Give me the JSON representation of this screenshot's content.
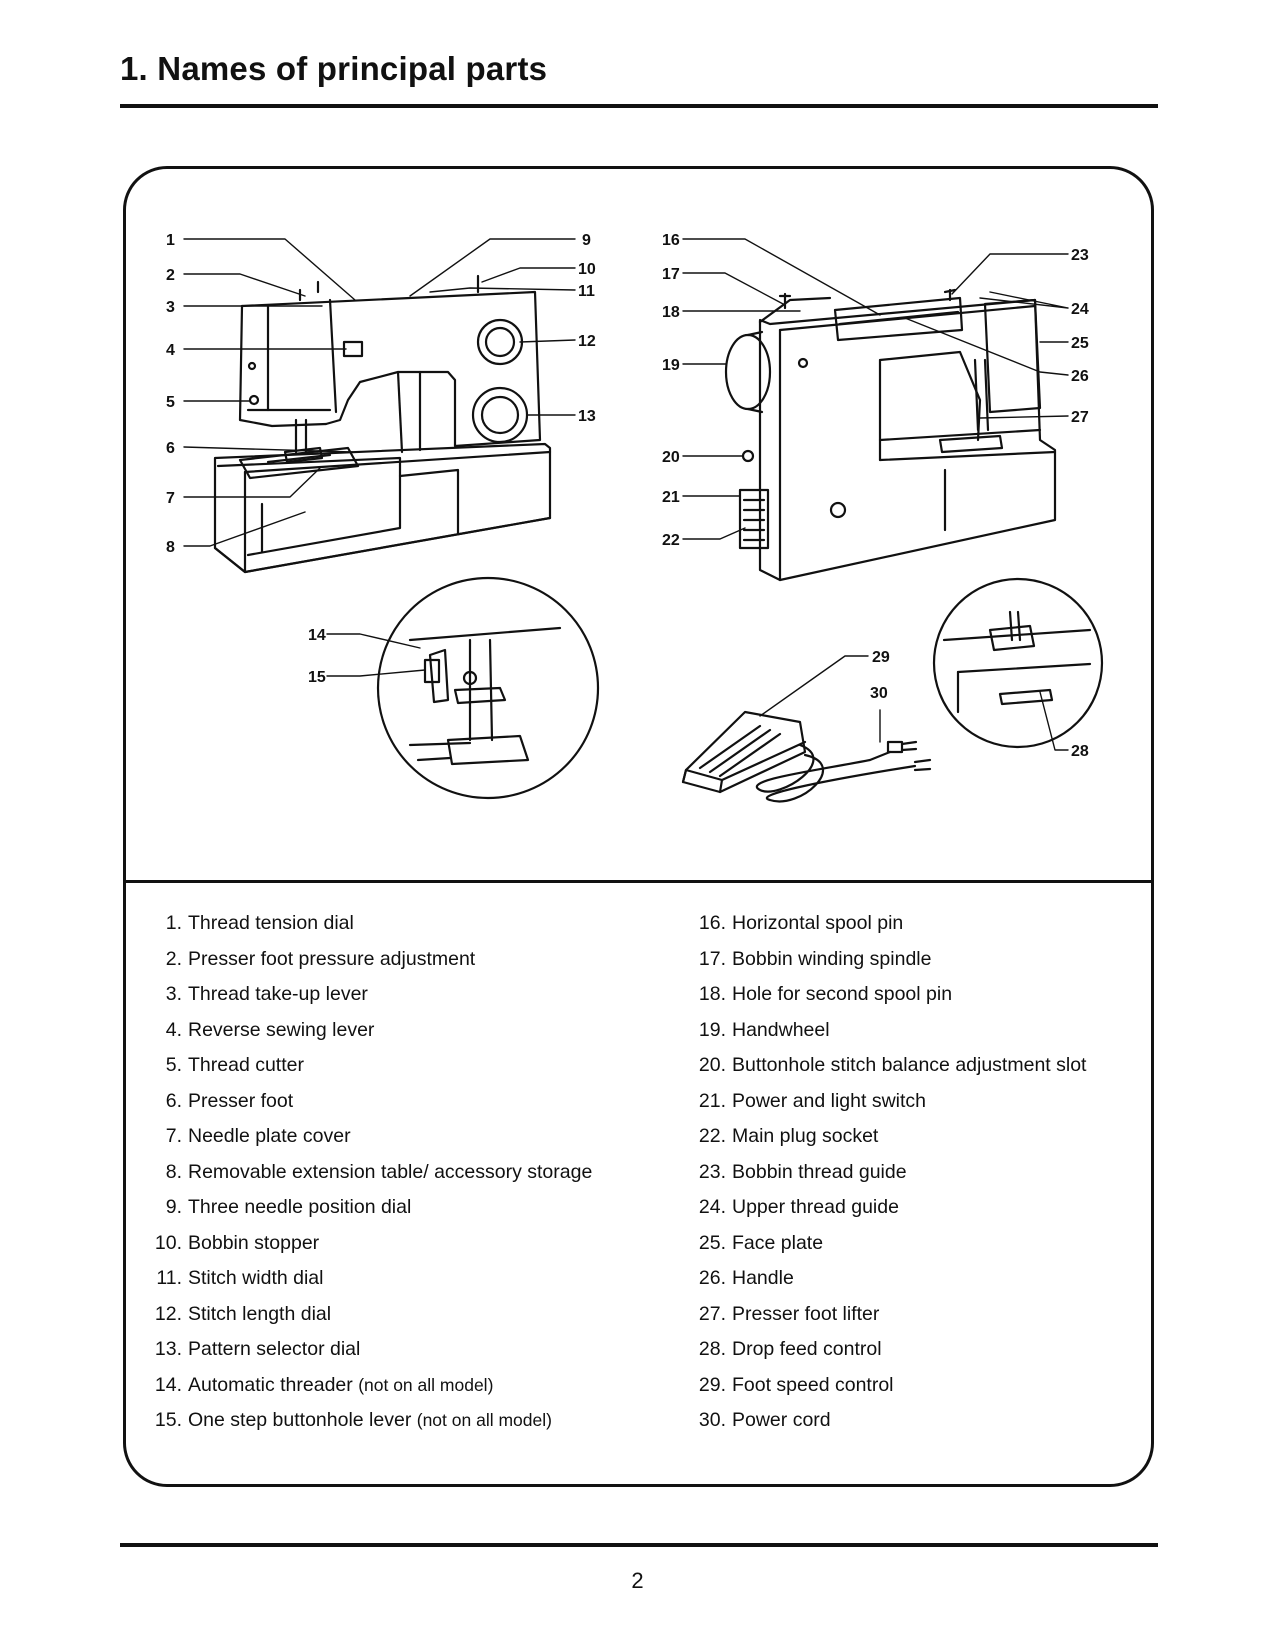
{
  "page": {
    "title": "1. Names of principal parts",
    "page_number": "2"
  },
  "callouts": [
    "1",
    "2",
    "3",
    "4",
    "5",
    "6",
    "7",
    "8",
    "9",
    "10",
    "11",
    "12",
    "13",
    "14",
    "15",
    "16",
    "17",
    "18",
    "19",
    "20",
    "21",
    "22",
    "23",
    "24",
    "25",
    "26",
    "27",
    "28",
    "29",
    "30"
  ],
  "parts_left": [
    {
      "num": "1.",
      "name": "Thread tension dial",
      "note": ""
    },
    {
      "num": "2.",
      "name": "Presser foot pressure adjustment",
      "note": ""
    },
    {
      "num": "3.",
      "name": "Thread take-up lever",
      "note": ""
    },
    {
      "num": "4.",
      "name": "Reverse sewing lever",
      "note": ""
    },
    {
      "num": "5.",
      "name": "Thread cutter",
      "note": ""
    },
    {
      "num": "6.",
      "name": "Presser foot",
      "note": ""
    },
    {
      "num": "7.",
      "name": "Needle plate cover",
      "note": ""
    },
    {
      "num": "8.",
      "name": "Removable extension table/ accessory storage",
      "note": ""
    },
    {
      "num": "9.",
      "name": "Three needle position dial",
      "note": ""
    },
    {
      "num": "10.",
      "name": "Bobbin stopper",
      "note": ""
    },
    {
      "num": "11.",
      "name": "Stitch width dial",
      "note": ""
    },
    {
      "num": "12.",
      "name": "Stitch length dial",
      "note": ""
    },
    {
      "num": "13.",
      "name": "Pattern selector dial",
      "note": ""
    },
    {
      "num": "14.",
      "name": "Automatic threader",
      "note": "(not on all model)"
    },
    {
      "num": "15.",
      "name": "One step buttonhole lever",
      "note": "(not on all model)"
    }
  ],
  "parts_right": [
    {
      "num": "16.",
      "name": "Horizontal spool pin"
    },
    {
      "num": "17.",
      "name": "Bobbin winding spindle"
    },
    {
      "num": "18.",
      "name": "Hole for second spool pin"
    },
    {
      "num": "19.",
      "name": "Handwheel"
    },
    {
      "num": "20.",
      "name": "Buttonhole stitch balance adjustment slot"
    },
    {
      "num": "21.",
      "name": "Power and light switch"
    },
    {
      "num": "22.",
      "name": "Main plug socket"
    },
    {
      "num": "23.",
      "name": "Bobbin thread guide"
    },
    {
      "num": "24.",
      "name": "Upper thread guide"
    },
    {
      "num": "25.",
      "name": "Face plate"
    },
    {
      "num": "26.",
      "name": "Handle"
    },
    {
      "num": "27.",
      "name": "Presser foot lifter"
    },
    {
      "num": "28.",
      "name": "Drop feed control"
    },
    {
      "num": "29.",
      "name": "Foot speed control"
    },
    {
      "num": "30.",
      "name": "Power cord"
    }
  ]
}
